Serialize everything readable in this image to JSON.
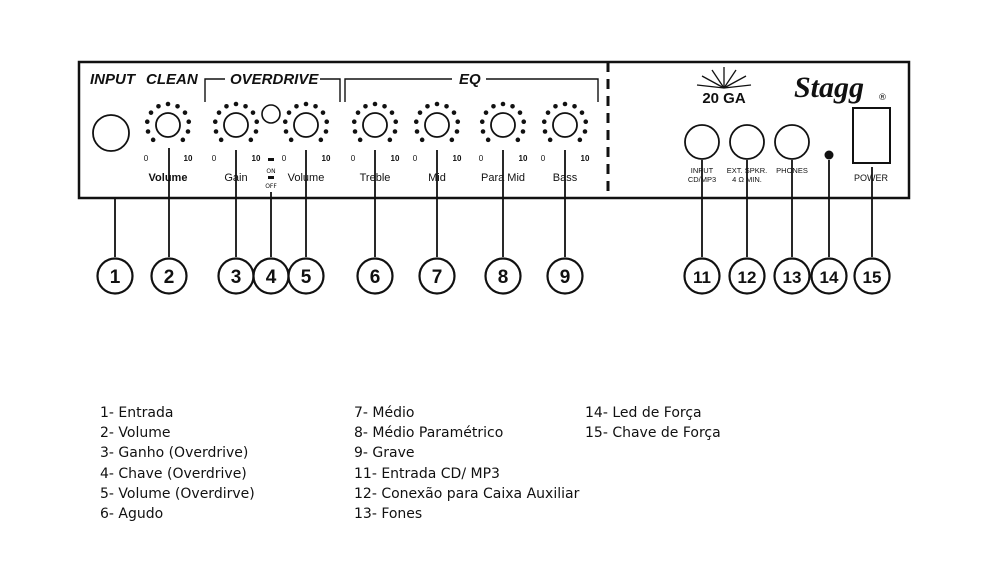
{
  "panel": {
    "input_label": "INPUT",
    "clean_label": "CLEAN",
    "overdrive_label": "OVERDRIVE",
    "eq_label": "EQ",
    "brand": "Stagg",
    "model": "20 GA",
    "registered": "®",
    "switch_on": "ON",
    "switch_off": "OFF",
    "knobs": [
      {
        "label": "Volume",
        "min": "0",
        "max": "10"
      },
      {
        "label": "Gain",
        "min": "0",
        "max": "10"
      },
      {
        "label": "Volume",
        "min": "0",
        "max": "10"
      },
      {
        "label": "Treble",
        "min": "0",
        "max": "10"
      },
      {
        "label": "Mid",
        "min": "0",
        "max": "10"
      },
      {
        "label": "Para Mid",
        "min": "0",
        "max": "10"
      },
      {
        "label": "Bass",
        "min": "0",
        "max": "10"
      }
    ],
    "jacks": {
      "input_line1": "INPUT",
      "input_line2": "CD/MP3",
      "ext_line1": "EXT. SPKR.",
      "ext_line2": "4 Ω MIN.",
      "phones": "PHONES"
    },
    "power_label": "POWER"
  },
  "callouts": [
    "1",
    "2",
    "3",
    "4",
    "5",
    "6",
    "7",
    "8",
    "9",
    "11",
    "12",
    "13",
    "14",
    "15"
  ],
  "legend": {
    "col1": [
      "1- Entrada",
      "2- Volume",
      "3- Ganho (Overdrive)",
      "4- Chave (Overdrive)",
      "5- Volume (Overdirve)",
      "6- Agudo"
    ],
    "col2": [
      "7- Médio",
      "8- Médio Paramétrico",
      "9- Grave",
      "11- Entrada CD/ MP3",
      "12- Conexão para Caixa Auxiliar",
      "13- Fones"
    ],
    "col3": [
      "14- Led de Força",
      "15- Chave de Força"
    ]
  }
}
